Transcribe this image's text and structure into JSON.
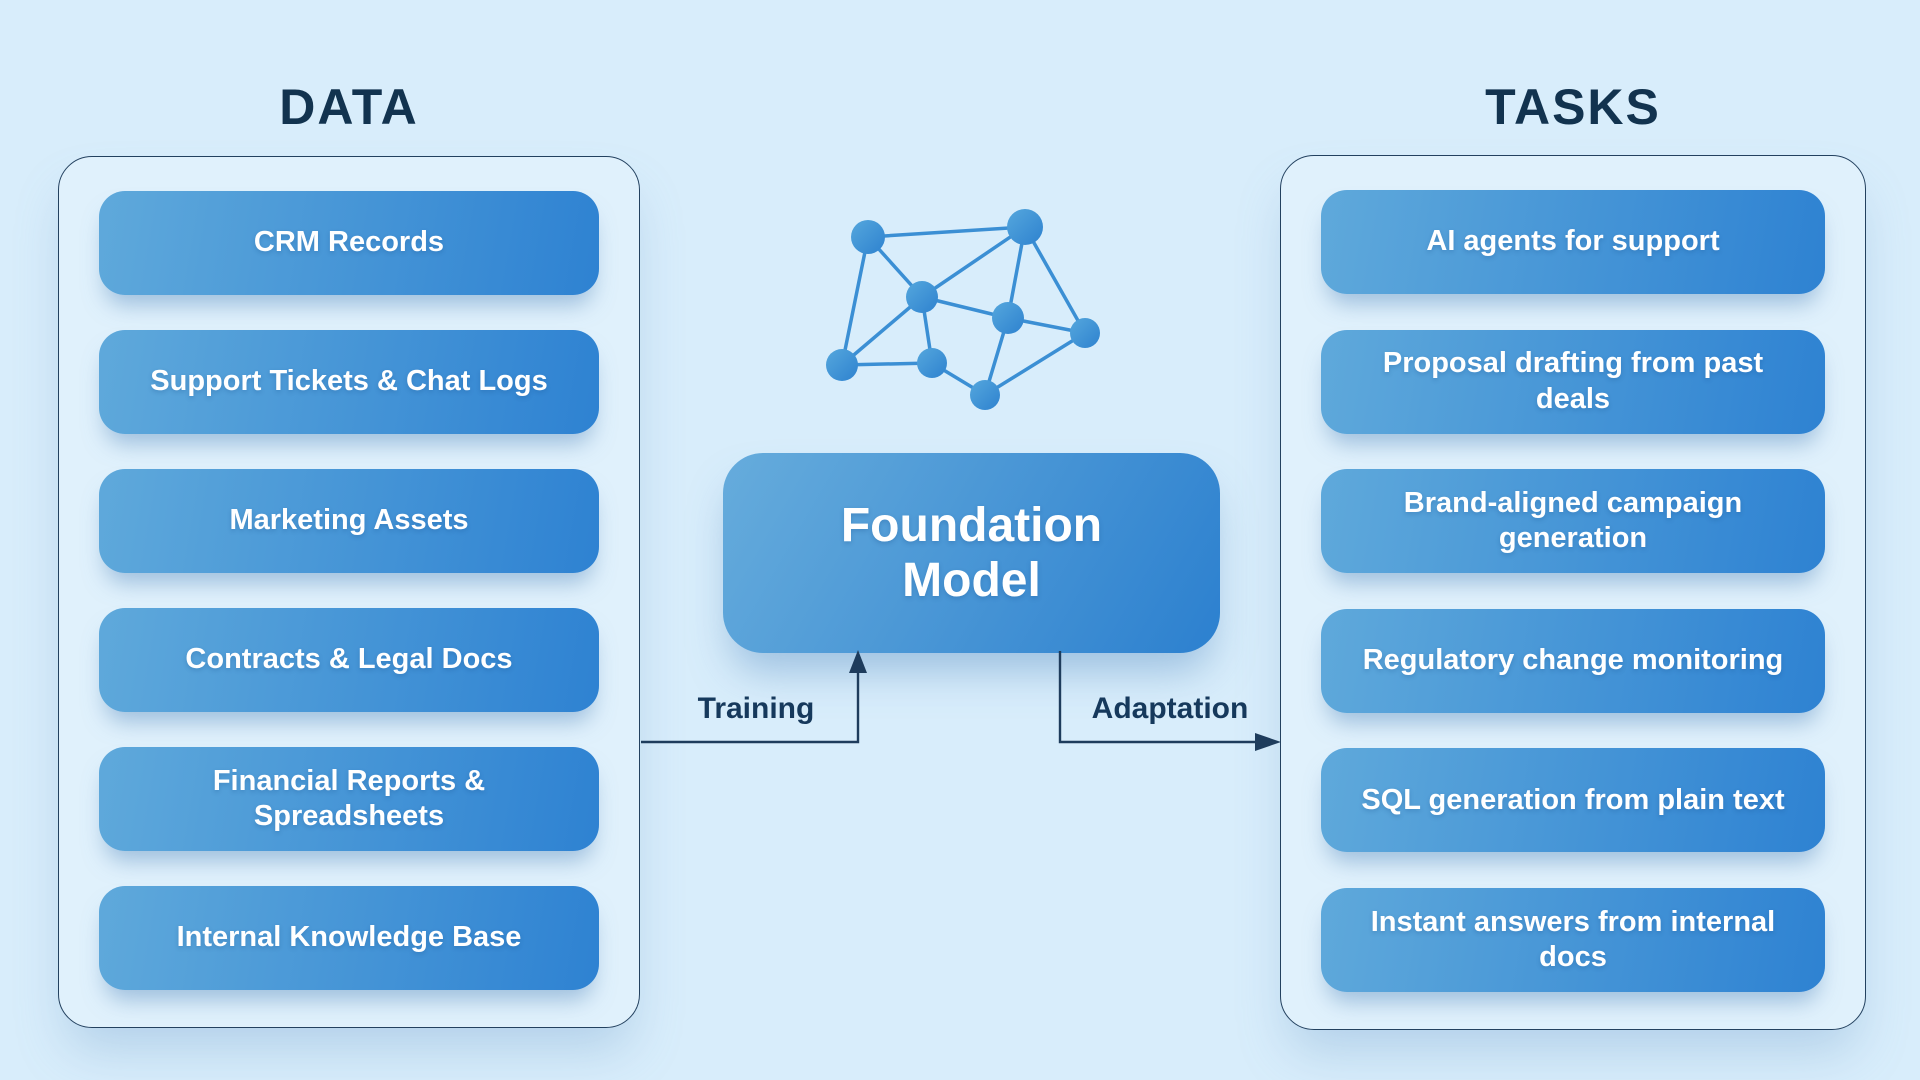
{
  "colors": {
    "background": "#d8edfb",
    "title_text": "#12334f",
    "pill_gradient_start": "#5fa9db",
    "pill_gradient_end": "#2e82d2",
    "pill_text": "#ffffff",
    "panel_border": "#23415f",
    "arrow_line": "#1e3c5c",
    "network_node_start": "#55a7dd",
    "network_node_end": "#2e82cf",
    "network_edge": "#3b8fd4"
  },
  "data_section": {
    "title": "DATA",
    "items": [
      "CRM Records",
      "Support Tickets & Chat Logs",
      "Marketing Assets",
      "Contracts & Legal Docs",
      "Financial Reports & Spreadsheets",
      "Internal Knowledge Base"
    ]
  },
  "tasks_section": {
    "title": "TASKS",
    "items": [
      "AI agents for support",
      "Proposal drafting from past deals",
      "Brand-aligned campaign generation",
      "Regulatory change monitoring",
      "SQL generation from plain text",
      "Instant answers from internal docs"
    ]
  },
  "center": {
    "model_title_line1": "Foundation",
    "model_title_line2": "Model",
    "training_label": "Training",
    "adaptation_label": "Adaptation"
  },
  "network_icon": {
    "nodes": [
      [
        868,
        237,
        17
      ],
      [
        1025,
        227,
        18
      ],
      [
        922,
        297,
        16
      ],
      [
        1008,
        318,
        16
      ],
      [
        1085,
        333,
        15
      ],
      [
        842,
        365,
        16
      ],
      [
        932,
        363,
        15
      ],
      [
        985,
        395,
        15
      ]
    ],
    "edges": [
      [
        0,
        1
      ],
      [
        0,
        2
      ],
      [
        0,
        5
      ],
      [
        1,
        2
      ],
      [
        1,
        3
      ],
      [
        1,
        4
      ],
      [
        2,
        3
      ],
      [
        2,
        5
      ],
      [
        2,
        6
      ],
      [
        3,
        4
      ],
      [
        3,
        7
      ],
      [
        5,
        6
      ],
      [
        6,
        7
      ],
      [
        7,
        4
      ]
    ]
  }
}
